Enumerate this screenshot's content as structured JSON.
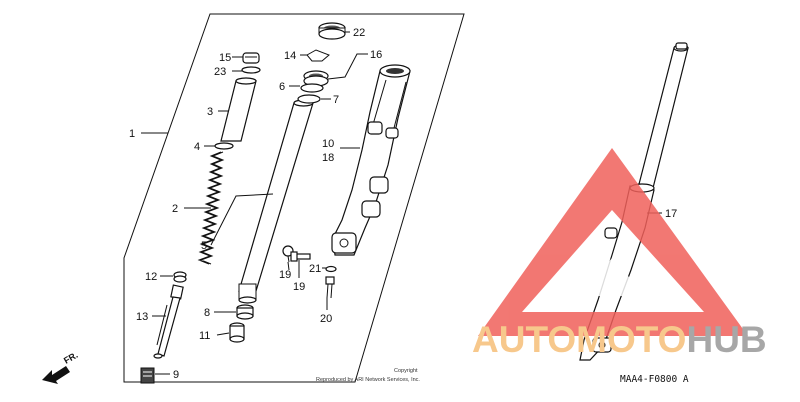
{
  "callouts": {
    "c1": "1",
    "c2": "2",
    "c3": "3",
    "c4": "4",
    "c5": "5",
    "c6": "6",
    "c7": "7",
    "c8": "8",
    "c9": "9",
    "c10": "10",
    "c11": "11",
    "c12": "12",
    "c13": "13",
    "c14": "14",
    "c15": "15",
    "c16": "16",
    "c17": "17",
    "c18": "18",
    "c19a": "19",
    "c19b": "19",
    "c20": "20",
    "c21": "21",
    "c22": "22",
    "c23": "23"
  },
  "front_arrow": "FR.",
  "diagram_code": "MAA4-F0800 A",
  "copyright_line1": "Copyright",
  "copyright_line2": "Reproduced by ARI Network Services, Inc.",
  "watermark": {
    "part1": "AUTOMOTO",
    "part2": "HUB",
    "color_primary": "#f7c88c",
    "color_secondary": "#a7a7a7",
    "triangle_color": "#f0605a"
  }
}
